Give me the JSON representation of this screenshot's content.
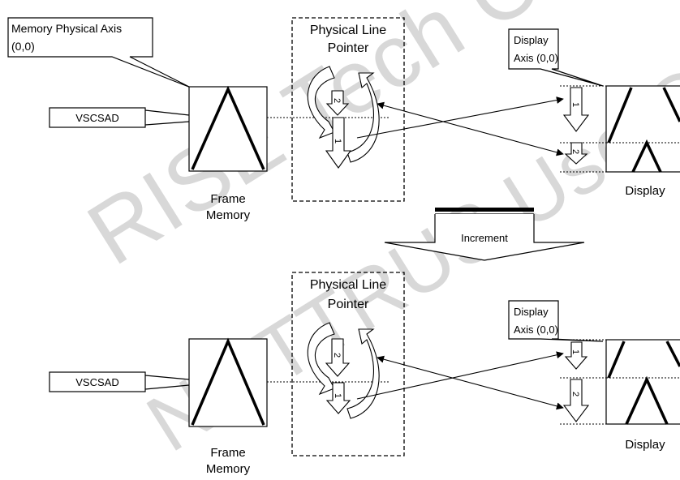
{
  "watermark": {
    "line1": "RISE Tech Co., Ltd",
    "line2": "NT TTRUS Use Only"
  },
  "top": {
    "memory_axis_callout": [
      "Memory Physical Axis",
      "(0,0)"
    ],
    "vscsad_label": "VSCSAD",
    "frame_memory_caption": [
      "Frame",
      "Memory"
    ],
    "pointer_title": [
      "Physical Line",
      "Pointer"
    ],
    "pointer_arrow_labels": [
      "2",
      "1"
    ],
    "display_axis_callout": [
      "Display",
      "Axis (0,0)"
    ],
    "display_arrow_labels": [
      "1",
      "2"
    ],
    "display_caption": "Display"
  },
  "increment_label": "Increment",
  "bottom": {
    "vscsad_label": "VSCSAD",
    "frame_memory_caption": [
      "Frame",
      "Memory"
    ],
    "pointer_title": [
      "Physical Line",
      "Pointer"
    ],
    "pointer_arrow_labels": [
      "2",
      "1"
    ],
    "display_axis_callout": [
      "Display",
      "Axis (0,0)"
    ],
    "display_arrow_labels": [
      "1",
      "2"
    ],
    "display_caption": "Display"
  }
}
